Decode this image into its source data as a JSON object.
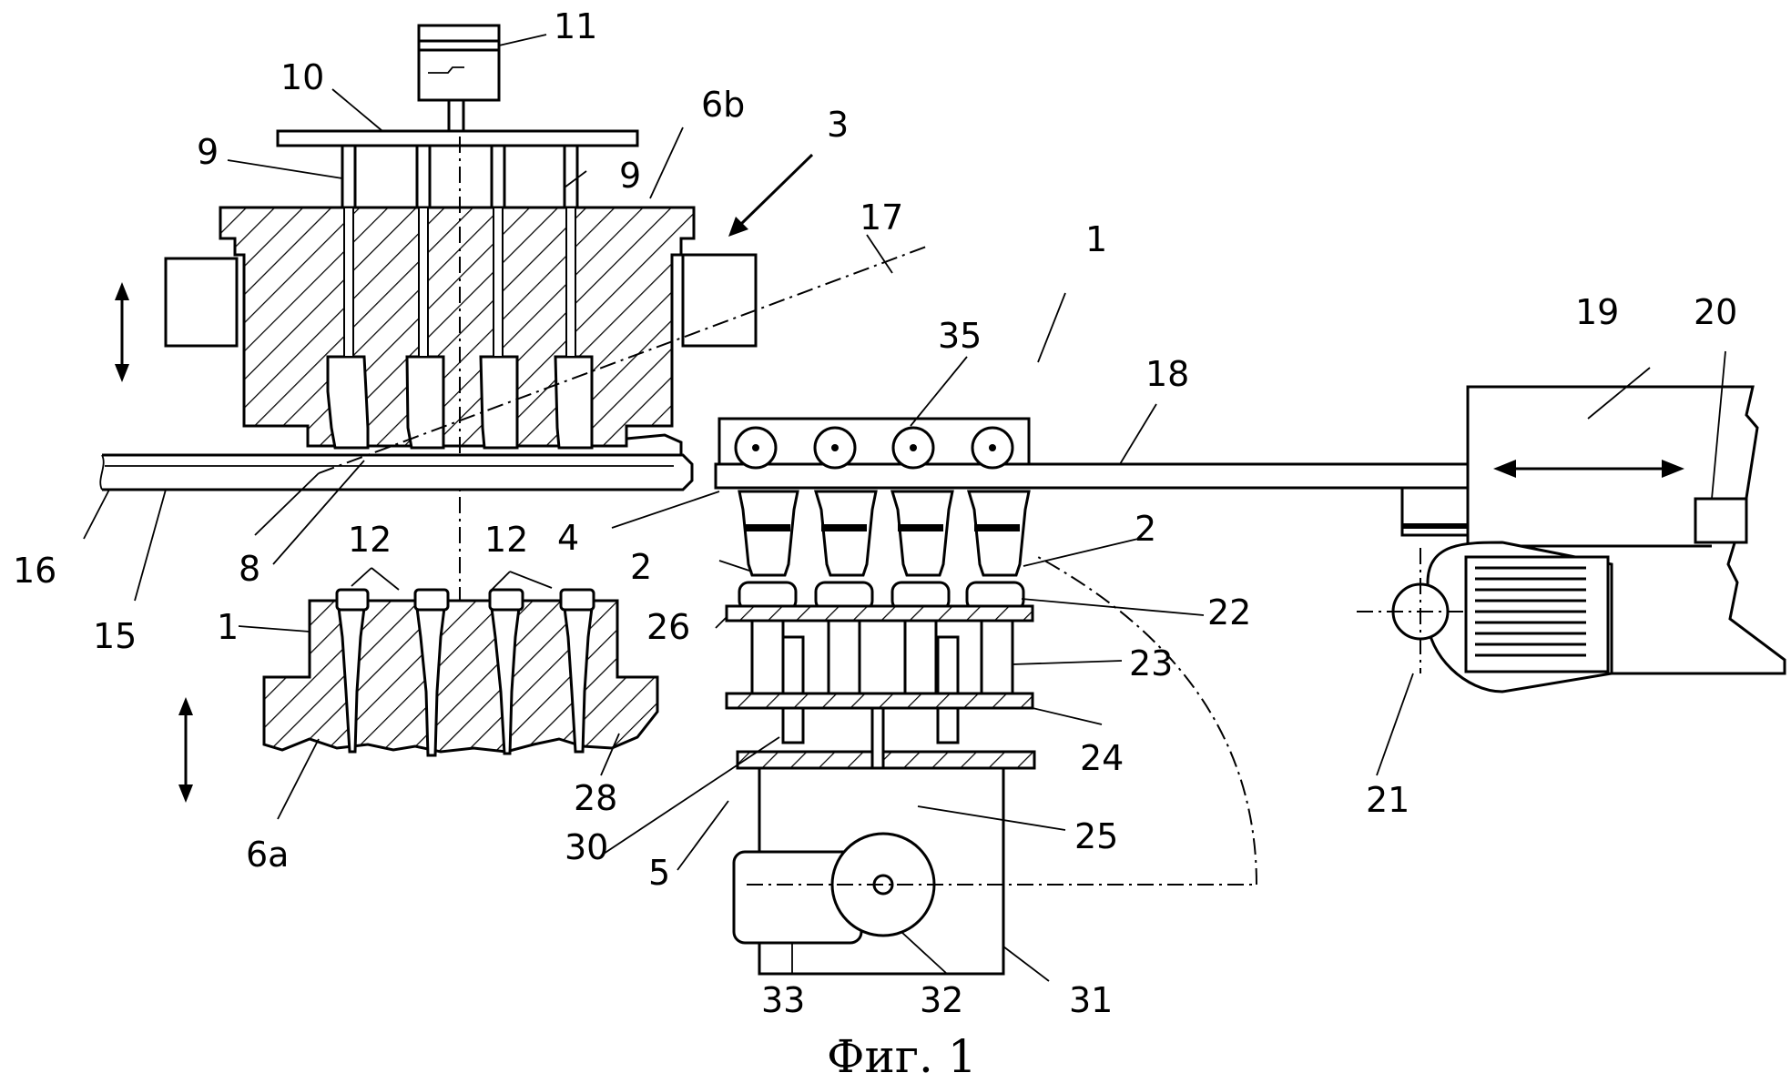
{
  "caption": "Фиг. 1",
  "labels": {
    "l11": "11",
    "l10": "10",
    "l6b": "6b",
    "l3": "3",
    "l9a": "9",
    "l9b": "9",
    "l17": "17",
    "l1top": "1",
    "l35": "35",
    "l18": "18",
    "l19": "19",
    "l20": "20",
    "l16": "16",
    "l15": "15",
    "l8": "8",
    "l12a": "12",
    "l12b": "12",
    "l4": "4",
    "l2a": "2",
    "l2b": "2",
    "l1left": "1",
    "l26": "26",
    "l22": "22",
    "l23": "23",
    "l24": "24",
    "l21": "21",
    "l28": "28",
    "l30": "30",
    "l5": "5",
    "l25": "25",
    "l6a": "6a",
    "l33": "33",
    "l32": "32",
    "l31": "31"
  }
}
